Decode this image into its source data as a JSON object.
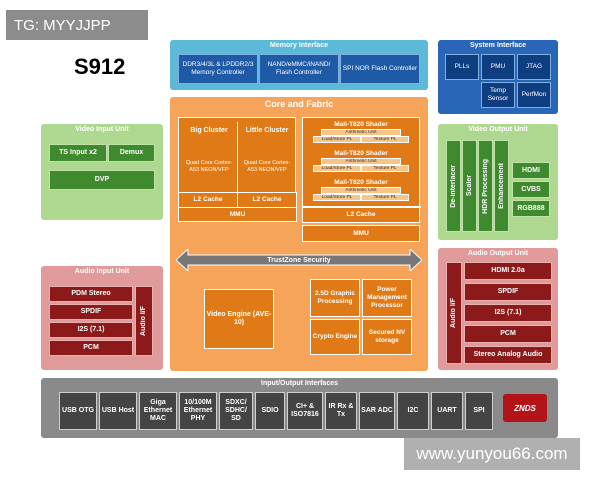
{
  "watermarks": {
    "top_left": "TG: MYYJJPP",
    "bottom_right": "www.yunyou66.com"
  },
  "chip": {
    "title": "S912"
  },
  "memory": {
    "title": "Memory Interface",
    "items": [
      "DDR3/4/3L & LPDDR2/3 Memory Controller",
      "NAND/eMMC/iNAND/ Flash Controller",
      "SPI NOR Flash Controller"
    ]
  },
  "system": {
    "title": "System Interface",
    "items": [
      "PLLs",
      "PMU",
      "JTAG",
      "Temp Sensor",
      "PerfMon"
    ]
  },
  "video_input": {
    "title": "Video Input Unit",
    "items": [
      "TS Input x2",
      "Demux",
      "DVP"
    ]
  },
  "core": {
    "title": "Core and Fabric",
    "big_cluster": {
      "title": "Big Cluster",
      "desc": "Quad Core Cortex-A53 NEON/VFP",
      "cache": "L2 Cache"
    },
    "little_cluster": {
      "title": "Little Cluster",
      "desc": "Quad Core Cortex-A53 NEON/VFP",
      "cache": "L2 Cache"
    },
    "mmu_cpu": "MMU",
    "shaders": [
      {
        "title": "Mali-T820 Shader",
        "unit": "Arithmetic Unit",
        "ls": "Load/Store PL",
        "tex": "Texture PL"
      },
      {
        "title": "Mali-T820 Shader",
        "unit": "Arithmetic Unit",
        "ls": "Load/Store PL",
        "tex": "Texture PL"
      },
      {
        "title": "Mali-T820 Shader",
        "unit": "Arithmetic Unit",
        "ls": "Load/Store PL",
        "tex": "Texture PL"
      }
    ],
    "gpu_cache": "L2 Cache",
    "mmu_gpu": "MMU",
    "trustzone": "TrustZone Security",
    "video_engine": "Video Engine (AVE-10)",
    "graphic": "2.5D Graphic Processing",
    "power": "Power Management Processor",
    "crypto": "Crypto Engine",
    "secured": "Secured NV storage"
  },
  "video_output": {
    "title": "Video Output Unit",
    "vertical": [
      "De-interlacer",
      "Scaler",
      "HDR Processing",
      "Enhancement"
    ],
    "items": [
      "HDMI",
      "CVBS",
      "RGB888"
    ]
  },
  "audio_input": {
    "title": "Audio Input Unit",
    "items": [
      "PDM Stereo",
      "SPDIF",
      "I2S (7.1)",
      "PCM"
    ],
    "if": "Audio I/F"
  },
  "audio_output": {
    "title": "Audio Output Unit",
    "if": "Audio I/F",
    "items": [
      "HDMI 2.0a",
      "SPDIF",
      "I2S (7.1)",
      "PCM",
      "Stereo Analog Audio"
    ]
  },
  "io": {
    "title": "Input/Output Interfaces",
    "items": [
      "USB OTG",
      "USB Host",
      "Giga Ethernet MAC",
      "10/100M Ethernet PHY",
      "SDXC/ SDHC/ SD",
      "SDIO",
      "CI+ & ISO7816",
      "IR Rx & Tx",
      "SAR ADC",
      "I2C",
      "UART",
      "SPI"
    ],
    "logo": "ZNDS"
  },
  "colors": {
    "memory": "#1f5aa6",
    "video_input": "#3f8a2e",
    "core": "#f6a45a",
    "audio": "#8c1a1a",
    "io": "#444444"
  }
}
